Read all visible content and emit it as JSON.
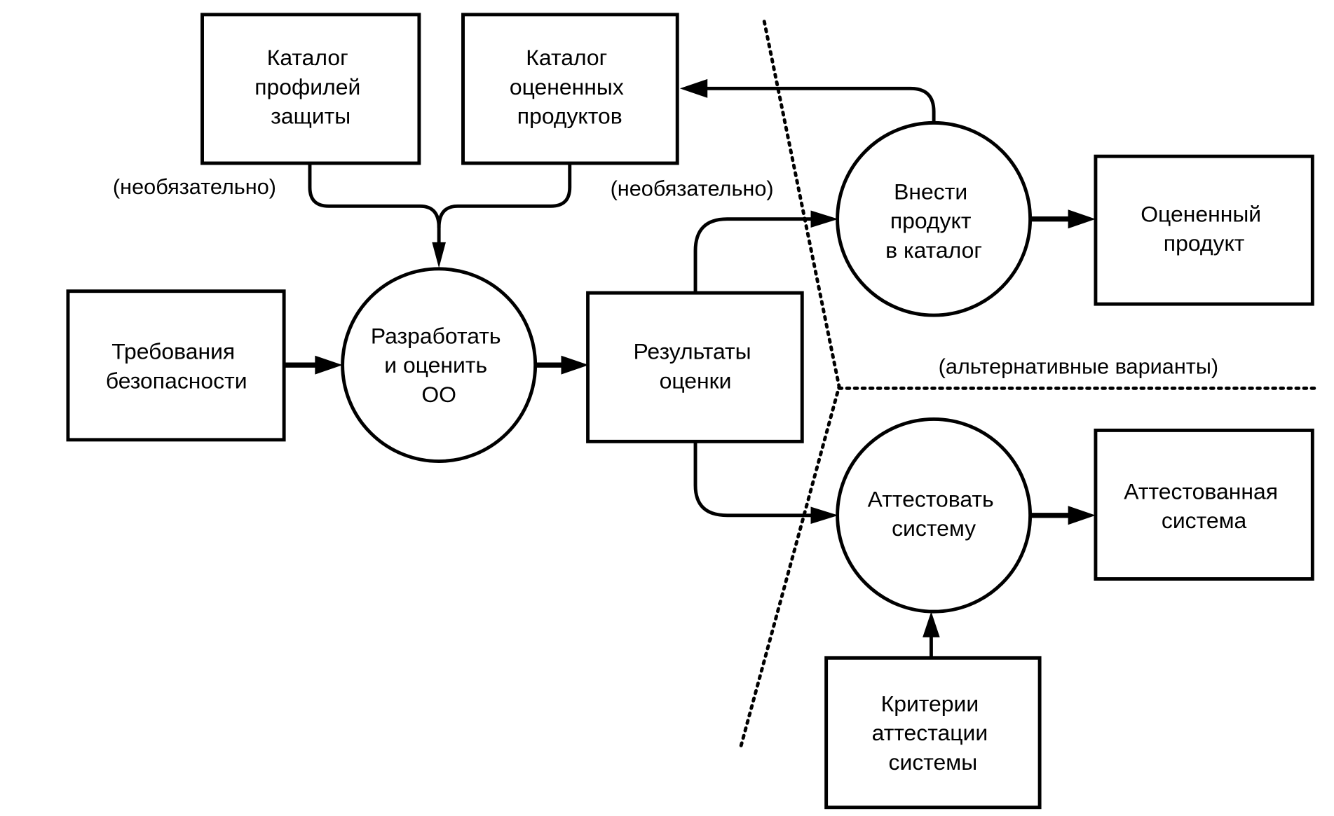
{
  "diagram": {
    "nodes": {
      "protection_profiles_catalog": {
        "type": "store",
        "lines": [
          "Каталог",
          "профилей",
          "защиты"
        ]
      },
      "evaluated_products_catalog": {
        "type": "store",
        "lines": [
          "Каталог",
          "оцененных",
          "продуктов"
        ]
      },
      "security_requirements": {
        "type": "store",
        "lines": [
          "Требования",
          "безопасности"
        ]
      },
      "develop_and_evaluate": {
        "type": "process",
        "lines": [
          "Разработать",
          "и оценить",
          "ОО"
        ]
      },
      "evaluation_results": {
        "type": "store",
        "lines": [
          "Результаты",
          "оценки"
        ]
      },
      "add_product_to_catalog": {
        "type": "process",
        "lines": [
          "Внести",
          "продукт",
          "в каталог"
        ]
      },
      "evaluated_product": {
        "type": "store",
        "lines": [
          "Оцененный",
          "продукт"
        ]
      },
      "certify_system": {
        "type": "process",
        "lines": [
          "Аттестовать",
          "систему"
        ]
      },
      "certified_system": {
        "type": "store",
        "lines": [
          "Аттестованная",
          "система"
        ]
      },
      "system_certification_criteria": {
        "type": "store",
        "lines": [
          "Критерии",
          "аттестации",
          "системы"
        ]
      }
    },
    "notes": {
      "optional_left": "(необязательно)",
      "optional_right": "(необязательно)",
      "alternatives": "(альтернативные варианты)"
    },
    "edges": [
      {
        "from": "protection_profiles_catalog",
        "to": "develop_and_evaluate",
        "note": "optional_left"
      },
      {
        "from": "evaluated_products_catalog",
        "to": "develop_and_evaluate",
        "note": "optional_right"
      },
      {
        "from": "security_requirements",
        "to": "develop_and_evaluate"
      },
      {
        "from": "develop_and_evaluate",
        "to": "evaluation_results"
      },
      {
        "from": "evaluation_results",
        "to": "add_product_to_catalog"
      },
      {
        "from": "evaluation_results",
        "to": "certify_system"
      },
      {
        "from": "add_product_to_catalog",
        "to": "evaluated_products_catalog"
      },
      {
        "from": "add_product_to_catalog",
        "to": "evaluated_product"
      },
      {
        "from": "certify_system",
        "to": "certified_system"
      },
      {
        "from": "system_certification_criteria",
        "to": "certify_system"
      }
    ]
  }
}
